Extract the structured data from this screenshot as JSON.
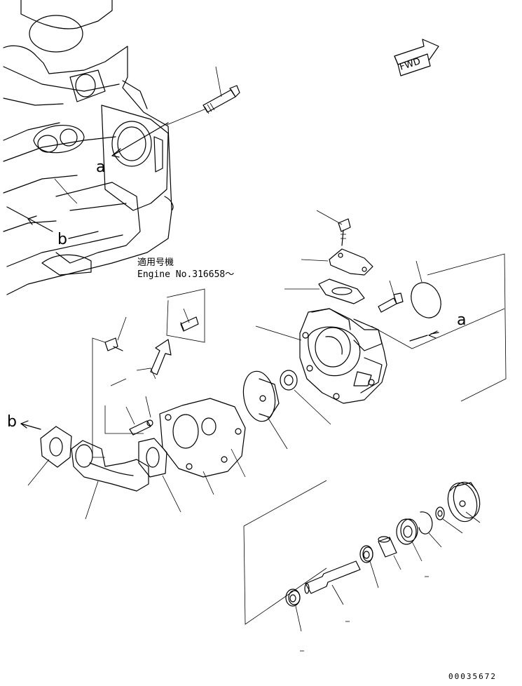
{
  "direction_arrow": {
    "label": "FWD"
  },
  "callouts": {
    "a_upper": "a",
    "a_right": "a",
    "b_upper": "b",
    "b_left": "b"
  },
  "applicability_note": {
    "line1": "適用号機",
    "line2": "Engine No.316658～"
  },
  "document_number": "00035672"
}
